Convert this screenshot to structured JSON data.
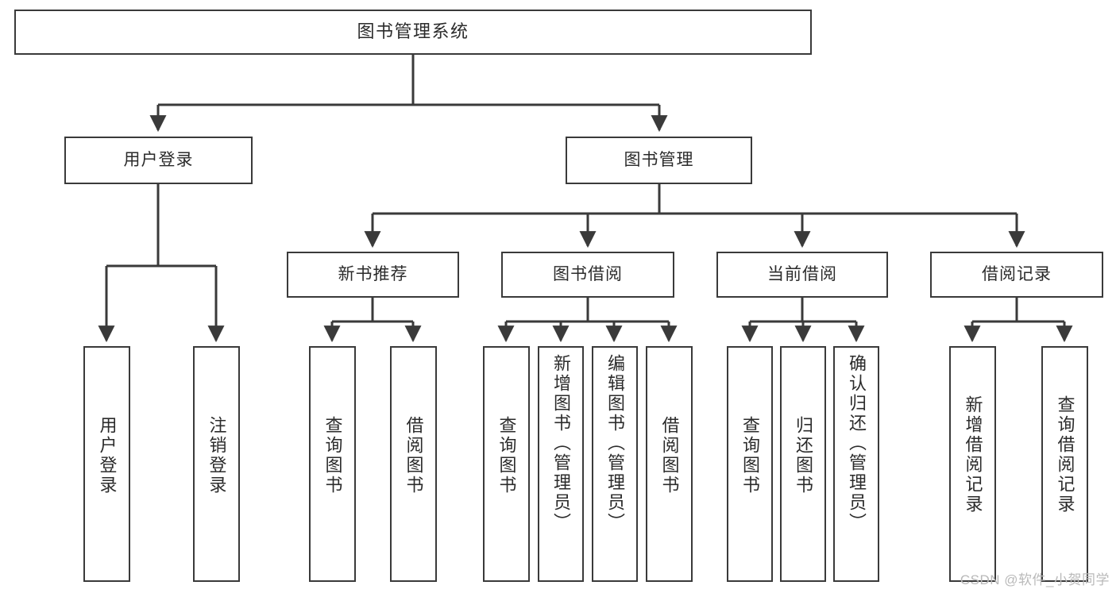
{
  "diagram": {
    "type": "tree",
    "title": "图书管理系统",
    "colors": {
      "box_border": "#3a3a3a",
      "box_fill": "#ffffff",
      "connector": "#3a3a3a",
      "text": "#2b2b2b",
      "watermark": "#b9b9b9"
    },
    "root": {
      "label": "图书管理系统"
    },
    "level1": [
      {
        "label": "用户登录"
      },
      {
        "label": "图书管理"
      }
    ],
    "level2": [
      {
        "label": "新书推荐"
      },
      {
        "label": "图书借阅"
      },
      {
        "label": "当前借阅"
      },
      {
        "label": "借阅记录"
      }
    ],
    "leaves": {
      "user_login": [
        {
          "label": "用户登录"
        },
        {
          "label": "注销登录"
        }
      ],
      "new_book_recommend": [
        {
          "label": "查询图书"
        },
        {
          "label": "借阅图书"
        }
      ],
      "book_borrow": [
        {
          "label": "查询图书"
        },
        {
          "label": "新增图书（管理员）"
        },
        {
          "label": "编辑图书（管理员）"
        },
        {
          "label": "借阅图书"
        }
      ],
      "current_borrow": [
        {
          "label": "查询图书"
        },
        {
          "label": "归还图书"
        },
        {
          "label": "确认归还（管理员）"
        }
      ],
      "borrow_record": [
        {
          "label": "新增借阅记录"
        },
        {
          "label": "查询借阅记录"
        }
      ]
    }
  },
  "watermark": {
    "text": "CSDN @软件_小贺同学"
  }
}
